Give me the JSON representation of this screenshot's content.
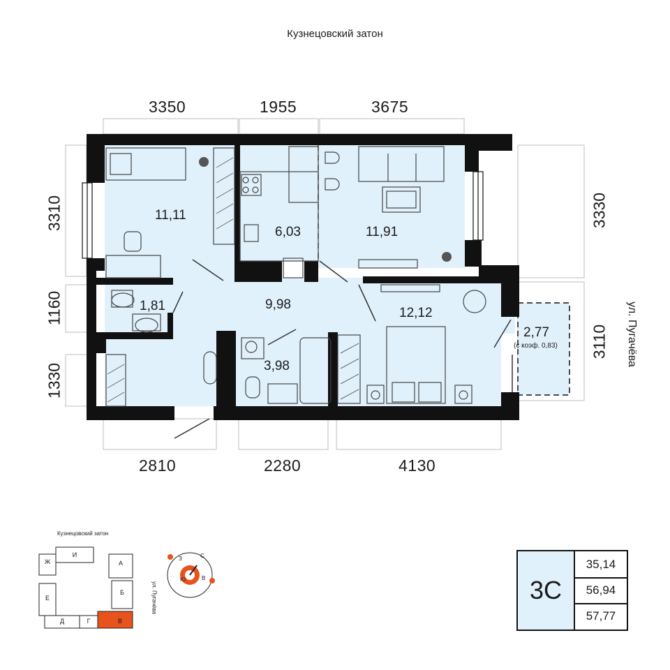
{
  "streets": {
    "top": "Кузнецовский затон",
    "right": "ул. Пугачёва"
  },
  "dimensions": {
    "top": [
      "3350",
      "1955",
      "3675"
    ],
    "bottom": [
      "2810",
      "2280",
      "4130"
    ],
    "left": [
      "3310",
      "1160",
      "1330"
    ],
    "right": [
      "3330",
      "3110"
    ]
  },
  "rooms": {
    "room1": "11,11",
    "kitchen": "6,03",
    "living": "11,91",
    "wc": "1,81",
    "hall": "9,98",
    "bedroom": "12,12",
    "bath": "3,98",
    "balcony": "2,77",
    "balcony_note": "(с коэф. 0,83)"
  },
  "summary": {
    "type": "3С",
    "values": [
      "35,14",
      "56,94",
      "57,77"
    ]
  },
  "minimap": {
    "title": "Кузнецовский затон",
    "street": "ул. Пугачёва",
    "sections": [
      "Ж",
      "И",
      "А",
      "Е",
      "Б",
      "Д",
      "Г",
      "В"
    ],
    "highlight_section": "В",
    "highlight_color": "#e8521c"
  },
  "compass": {
    "labels": [
      "З",
      "С",
      "Ю",
      "В"
    ],
    "accent": "#e8521c"
  },
  "colors": {
    "wall": "#111111",
    "floor": "#e1f1fb"
  }
}
